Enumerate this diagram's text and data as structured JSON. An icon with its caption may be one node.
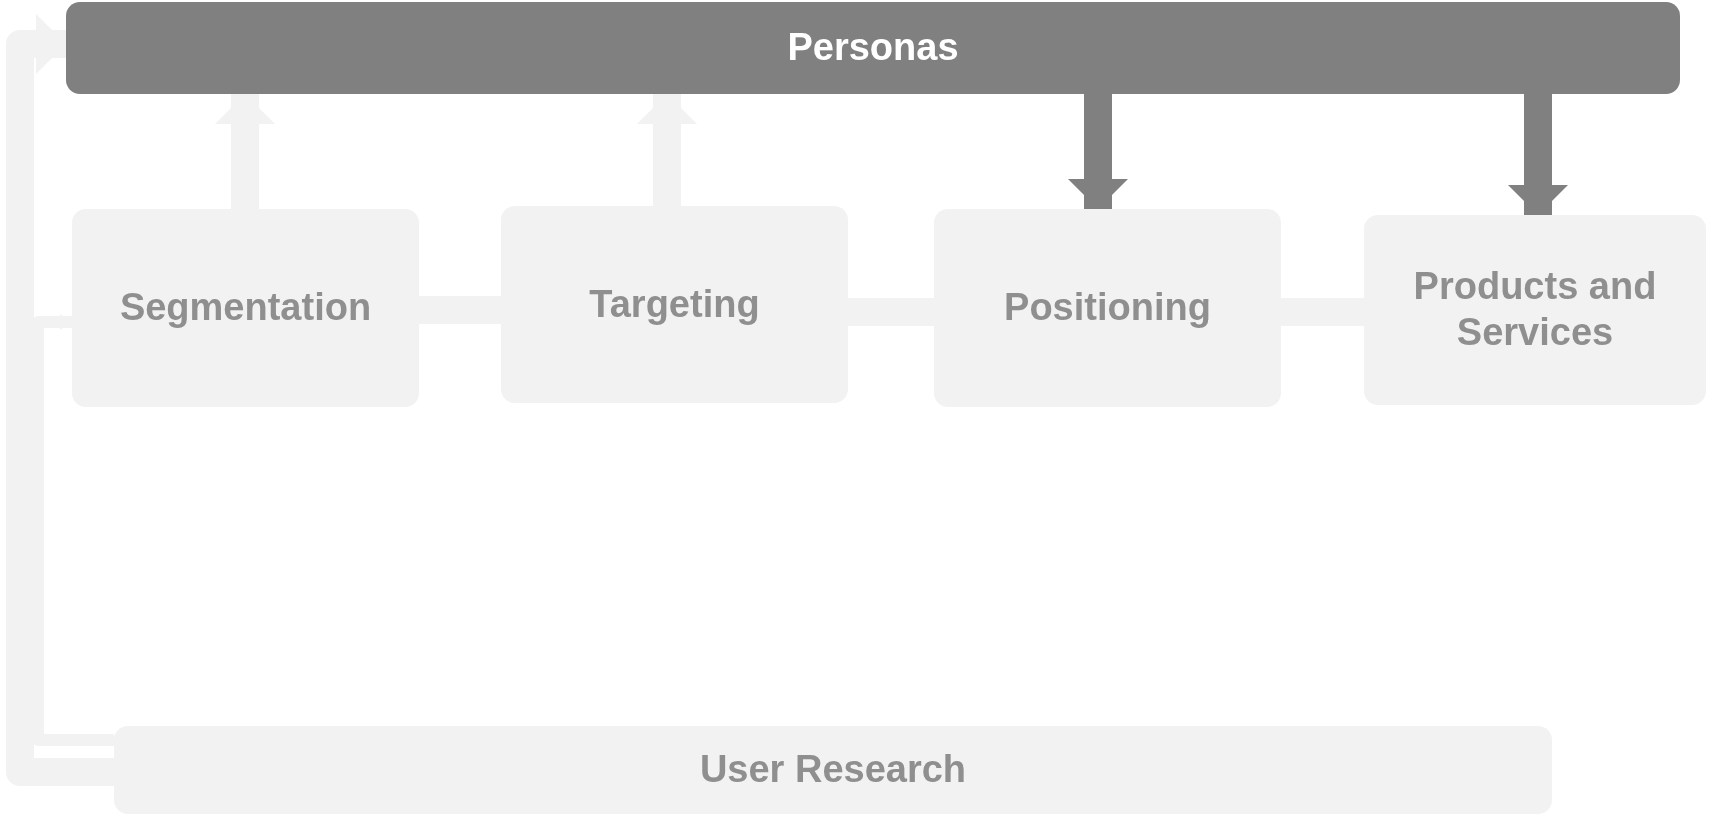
{
  "diagram": {
    "nodes": [
      {
        "text": [
          "Personas"
        ]
      },
      {
        "text": [
          "Segmentation"
        ]
      },
      {
        "text": [
          "Targeting"
        ]
      },
      {
        "text": [
          "Positioning"
        ]
      },
      {
        "text": [
          "Products and Services"
        ]
      },
      {
        "text": [
          "User Research"
        ]
      }
    ],
    "edges": [
      {
        "from": 1,
        "to": 0,
        "arrow": "to"
      },
      {
        "from": 2,
        "to": 0,
        "arrow": "to"
      },
      {
        "from": 0,
        "to": 3,
        "arrow": "to",
        "color": "#808080"
      },
      {
        "from": 0,
        "to": 4,
        "arrow": "to",
        "color": "#808080"
      },
      {
        "from": 1,
        "to": 2,
        "arrow": "none"
      },
      {
        "from": 2,
        "to": 3,
        "arrow": "none"
      },
      {
        "from": 3,
        "to": 4,
        "arrow": "none"
      },
      {
        "from": 5,
        "to": 0,
        "arrow": "to"
      },
      {
        "from": 5,
        "to": 1,
        "arrow": "to"
      }
    ]
  }
}
